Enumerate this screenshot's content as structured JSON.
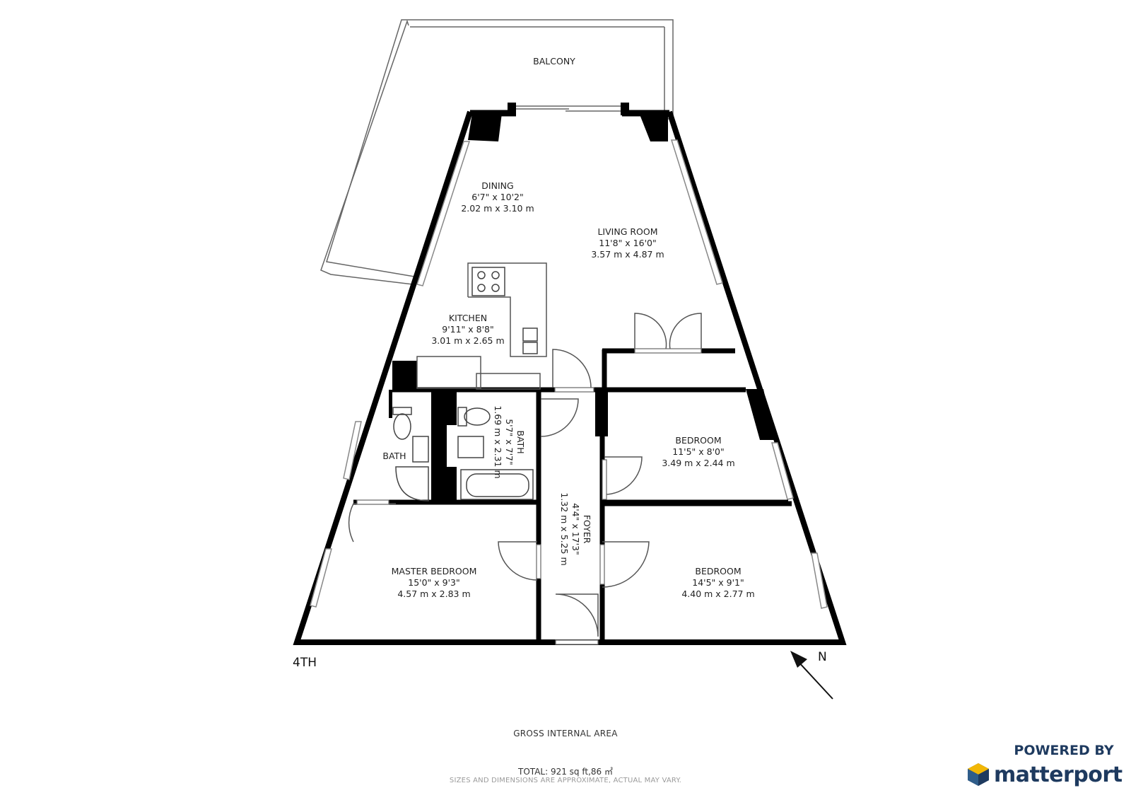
{
  "floor_label": "4TH",
  "north_label": "N",
  "rooms": {
    "balcony": {
      "name": "BALCONY"
    },
    "dining": {
      "name": "DINING",
      "imperial": "6'7\" x 10'2\"",
      "metric": "2.02 m x 3.10 m"
    },
    "living": {
      "name": "LIVING ROOM",
      "imperial": "11'8\" x 16'0\"",
      "metric": "3.57 m x 4.87 m"
    },
    "kitchen": {
      "name": "KITCHEN",
      "imperial": "9'11\" x 8'8\"",
      "metric": "3.01 m x 2.65 m"
    },
    "bath1": {
      "name": "BATH"
    },
    "bath2": {
      "name": "BATH",
      "imperial": "5'7\" x 7'7\"",
      "metric": "1.69 m x 2.31 m"
    },
    "foyer": {
      "name": "FOYER",
      "imperial": "4'4\" x 17'3\"",
      "metric": "1.32 m x 5.25 m"
    },
    "bedroom1": {
      "name": "BEDROOM",
      "imperial": "11'5\" x 8'0\"",
      "metric": "3.49 m x 2.44 m"
    },
    "bedroom2": {
      "name": "BEDROOM",
      "imperial": "14'5\" x 9'1\"",
      "metric": "4.40 m x 2.77 m"
    },
    "master": {
      "name": "MASTER BEDROOM",
      "imperial": "15'0\" x 9'3\"",
      "metric": "4.57 m x 2.83 m"
    }
  },
  "footer": {
    "gross_label": "GROSS INTERNAL AREA",
    "total": "TOTAL: 921 sq ft,86 ㎡",
    "disclaimer": "SIZES AND DIMENSIONS ARE APPROXIMATE, ACTUAL MAY VARY."
  },
  "branding": {
    "powered_by": "POWERED BY",
    "name": "matterport"
  },
  "colors": {
    "wall": "#000000",
    "thin": "#555555",
    "brand": "#1e3a5f",
    "window": "#888888"
  }
}
